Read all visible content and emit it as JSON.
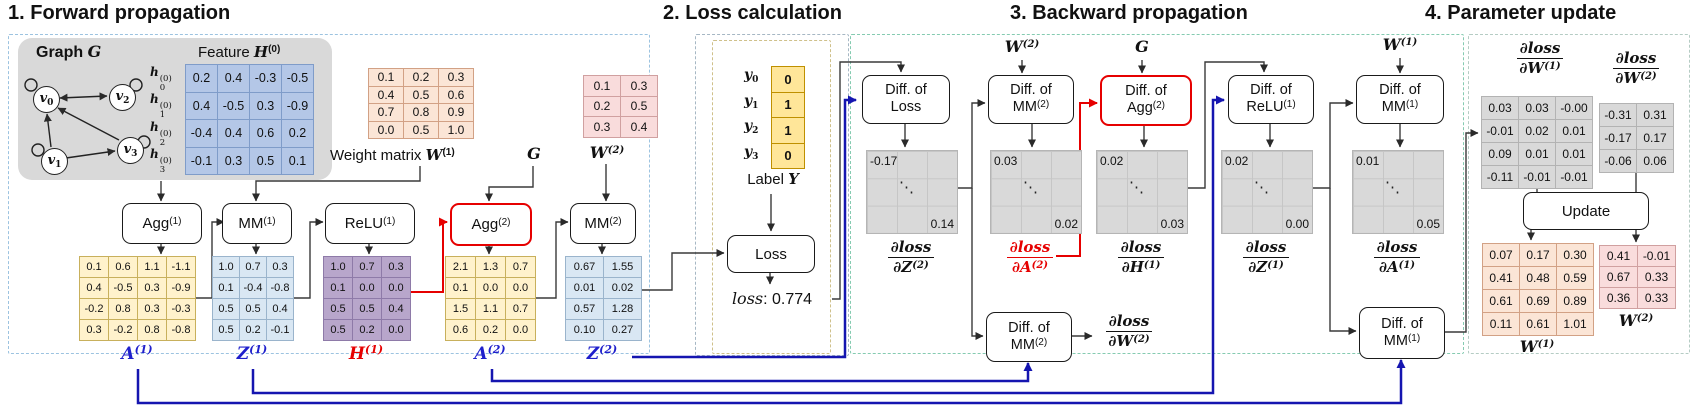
{
  "titles": {
    "s1": "1. Forward propagation",
    "s2": "2. Loss calculation",
    "s3": "3. Backward propagation",
    "s4": "4. Parameter update"
  },
  "colors": {
    "accent_blue": "#2020cc",
    "line_blue": "#1515b0",
    "accent_red": "#e60000",
    "matrix_yellow": "#fff2cc",
    "matrix_blue": "#d9e7f3",
    "matrix_purple": "#b8a6cb",
    "matrix_peach": "#fbe5d6",
    "matrix_pink": "#f9dcdc",
    "matrix_gray": "#d9d9d9",
    "label_gold": "#ffe699"
  },
  "forward": {
    "graph": {
      "title_prefix": "Graph ",
      "title_sym": "G",
      "nodes": [
        {
          "base": "v",
          "sub": "0"
        },
        {
          "base": "v",
          "sub": "1"
        },
        {
          "base": "v",
          "sub": "2"
        },
        {
          "base": "v",
          "sub": "3"
        }
      ]
    },
    "feature": {
      "title_prefix": "Feature ",
      "title_sym": "H",
      "title_sup": "(0)",
      "row_labels": [
        {
          "base": "h",
          "sub": "0",
          "sup": "(0)"
        },
        {
          "base": "h",
          "sub": "1",
          "sup": "(0)"
        },
        {
          "base": "h",
          "sub": "2",
          "sup": "(0)"
        },
        {
          "base": "h",
          "sub": "3",
          "sup": "(0)"
        }
      ],
      "values": [
        [
          "0.2",
          "0.4",
          "-0.3",
          "-0.5"
        ],
        [
          "0.4",
          "-0.5",
          "0.3",
          "-0.9"
        ],
        [
          "-0.4",
          "0.4",
          "0.6",
          "0.2"
        ],
        [
          "-0.1",
          "0.3",
          "0.5",
          "0.1"
        ]
      ]
    },
    "w1": {
      "label_prefix": "Weight matrix ",
      "label_sym": "W",
      "label_sup": "(1)",
      "values": [
        [
          "0.1",
          "0.2",
          "0.3"
        ],
        [
          "0.4",
          "0.5",
          "0.6"
        ],
        [
          "0.7",
          "0.8",
          "0.9"
        ],
        [
          "0.0",
          "0.5",
          "1.0"
        ]
      ]
    },
    "w2": {
      "label_sym": "W",
      "label_sup": "(2)",
      "values": [
        [
          "0.1",
          "0.3"
        ],
        [
          "0.2",
          "0.5"
        ],
        [
          "0.3",
          "0.4"
        ]
      ]
    },
    "g_label": "G",
    "ops": [
      {
        "base": "Agg",
        "sup": "(1)"
      },
      {
        "base": "MM",
        "sup": "(1)"
      },
      {
        "base": "ReLU",
        "sup": "(1)"
      },
      {
        "base": "Agg",
        "sup": "(2)"
      },
      {
        "base": "MM",
        "sup": "(2)"
      }
    ],
    "a1": {
      "label": {
        "base": "A",
        "sup": "(1)"
      },
      "values": [
        [
          "0.1",
          "0.6",
          "1.1",
          "-1.1"
        ],
        [
          "0.4",
          "-0.5",
          "0.3",
          "-0.9"
        ],
        [
          "-0.2",
          "0.8",
          "0.3",
          "-0.3"
        ],
        [
          "0.3",
          "-0.2",
          "0.8",
          "-0.8"
        ]
      ]
    },
    "z1": {
      "label": {
        "base": "Z",
        "sup": "(1)"
      },
      "values": [
        [
          "1.0",
          "0.7",
          "0.3"
        ],
        [
          "0.1",
          "-0.4",
          "-0.8"
        ],
        [
          "0.5",
          "0.5",
          "0.4"
        ],
        [
          "0.5",
          "0.2",
          "-0.1"
        ]
      ]
    },
    "h1": {
      "label": {
        "base": "H",
        "sup": "(1)"
      },
      "values": [
        [
          "1.0",
          "0.7",
          "0.3"
        ],
        [
          "0.1",
          "0.0",
          "0.0"
        ],
        [
          "0.5",
          "0.5",
          "0.4"
        ],
        [
          "0.5",
          "0.2",
          "0.0"
        ]
      ]
    },
    "a2": {
      "label": {
        "base": "A",
        "sup": "(2)"
      },
      "values": [
        [
          "2.1",
          "1.3",
          "0.7"
        ],
        [
          "0.1",
          "0.0",
          "0.0"
        ],
        [
          "1.5",
          "1.1",
          "0.7"
        ],
        [
          "0.6",
          "0.2",
          "0.0"
        ]
      ]
    },
    "z2": {
      "label": {
        "base": "Z",
        "sup": "(2)"
      },
      "values": [
        [
          "0.67",
          "1.55"
        ],
        [
          "0.01",
          "0.02"
        ],
        [
          "0.57",
          "1.28"
        ],
        [
          "0.10",
          "0.27"
        ]
      ]
    }
  },
  "loss": {
    "y_labels": [
      {
        "base": "y",
        "sub": "0"
      },
      {
        "base": "y",
        "sub": "1"
      },
      {
        "base": "y",
        "sub": "2"
      },
      {
        "base": "y",
        "sub": "3"
      }
    ],
    "y_values": [
      [
        "0"
      ],
      [
        "1"
      ],
      [
        "1"
      ],
      [
        "0"
      ]
    ],
    "caption_prefix": "Label ",
    "caption_sym": "Y",
    "loss_box": "Loss",
    "loss_word": "loss",
    "loss_value": ": 0.774"
  },
  "backward": {
    "dots_glyph": "⋱",
    "w2_label": {
      "base": "W",
      "sup": "(2)"
    },
    "g_label": "G",
    "w1_label": {
      "base": "W",
      "sup": "(1)"
    },
    "boxes": [
      {
        "line1": "Diff. of",
        "line2": "Loss",
        "sup": ""
      },
      {
        "line1": "Diff. of",
        "line2": "MM",
        "sup": "(2)"
      },
      {
        "line1": "Diff. of",
        "line2": "Agg",
        "sup": "(2)"
      },
      {
        "line1": "Diff. of",
        "line2": "ReLU",
        "sup": "(1)"
      },
      {
        "line1": "Diff. of",
        "line2": "MM",
        "sup": "(1)"
      }
    ],
    "lower_boxes": [
      {
        "line1": "Diff. of",
        "line2": "MM",
        "sup": "(2)"
      },
      {
        "line1": "Diff. of",
        "line2": "MM",
        "sup": "(1)"
      }
    ],
    "grads": [
      {
        "tl": "-0.17",
        "br": "0.14",
        "num": "∂loss",
        "den": "∂Z",
        "densup": "(2)"
      },
      {
        "tl": "0.03",
        "br": "0.02",
        "num": "∂loss",
        "den": "∂A",
        "densup": "(2)"
      },
      {
        "tl": "0.02",
        "br": "0.03",
        "num": "∂loss",
        "den": "∂H",
        "densup": "(1)"
      },
      {
        "tl": "0.02",
        "br": "0.00",
        "num": "∂loss",
        "den": "∂Z",
        "densup": "(1)"
      },
      {
        "tl": "0.01",
        "br": "0.05",
        "num": "∂loss",
        "den": "∂A",
        "densup": "(1)"
      }
    ],
    "dw2_label": {
      "num": "∂loss",
      "den": "∂W",
      "densup": "(2)"
    }
  },
  "update": {
    "dw1": {
      "num": "∂loss",
      "den": "∂W",
      "densup": "(1)",
      "values": [
        [
          "0.03",
          "0.03",
          "-0.00"
        ],
        [
          "-0.01",
          "0.02",
          "0.01"
        ],
        [
          "0.09",
          "0.01",
          "0.01"
        ],
        [
          "-0.11",
          "-0.01",
          "-0.01"
        ]
      ]
    },
    "dw2": {
      "num": "∂loss",
      "den": "∂W",
      "densup": "(2)",
      "values": [
        [
          "-0.31",
          "0.31"
        ],
        [
          "-0.17",
          "0.17"
        ],
        [
          "-0.06",
          "0.06"
        ]
      ]
    },
    "update_box": "Update",
    "w1_new": {
      "label": {
        "base": "W",
        "sup": "(1)"
      },
      "values": [
        [
          "0.07",
          "0.17",
          "0.30"
        ],
        [
          "0.41",
          "0.48",
          "0.59"
        ],
        [
          "0.61",
          "0.69",
          "0.89"
        ],
        [
          "0.11",
          "0.61",
          "1.01"
        ]
      ]
    },
    "w2_new": {
      "label": {
        "base": "W",
        "sup": "(2)"
      },
      "values": [
        [
          "0.41",
          "-0.01"
        ],
        [
          "0.67",
          "0.33"
        ],
        [
          "0.36",
          "0.33"
        ]
      ]
    }
  }
}
